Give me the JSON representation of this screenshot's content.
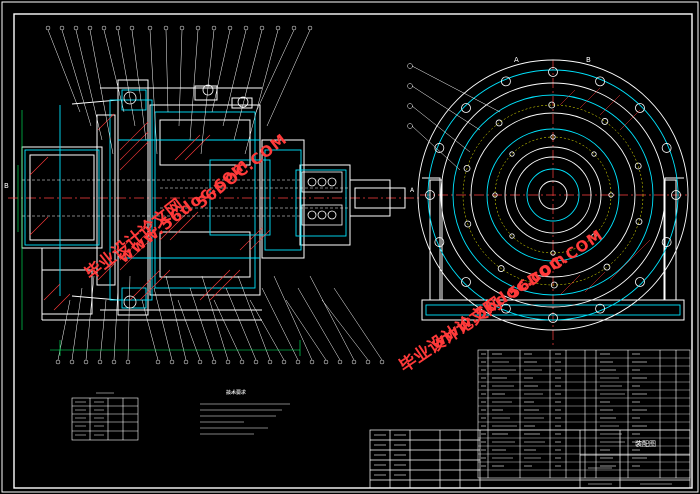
{
  "drawing": {
    "view_labels": {
      "view_a": "A",
      "view_b": "B",
      "left_axis": "B",
      "right_axis": "A"
    },
    "tech_requirements_title": "技术要求",
    "title_block_name": "装配图",
    "colors": {
      "background": "#000000",
      "outline": "#ffffff",
      "section_line": "#00e5ff",
      "centerline": "#ff4040",
      "hatch": "#ff3a3a",
      "dimension": "#00ff66",
      "watermark": "#ff3a3a"
    }
  },
  "watermarks": [
    {
      "id": "wm1",
      "text": "毕业设计论文网"
    },
    {
      "id": "wm2",
      "text": "www.56doc.com"
    },
    {
      "id": "wm3",
      "text": "56DOC.COM"
    },
    {
      "id": "wm4",
      "text": "毕业设计论文网"
    },
    {
      "id": "wm5",
      "text": "www.56doc.com"
    },
    {
      "id": "wm6",
      "text": "56DOC.COM"
    }
  ]
}
